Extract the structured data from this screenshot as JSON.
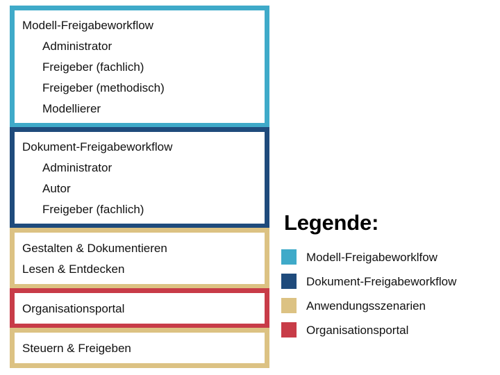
{
  "diagram": {
    "groups": [
      {
        "name": "modell-freigabeworkflow-group",
        "border_color": "#3FAAC9",
        "style": "titled",
        "title": "Modell-Freigabeworkflow",
        "items": [
          "Administrator",
          "Freigeber (fachlich)",
          "Freigeber (methodisch)",
          "Modellierer"
        ]
      },
      {
        "name": "dokument-freigabeworkflow-group",
        "border_color": "#1F4B7C",
        "style": "titled",
        "title": "Dokument-Freigabeworkflow",
        "items": [
          "Administrator",
          "Autor",
          "Freigeber (fachlich)"
        ]
      },
      {
        "name": "anwendungsszenarien-group-1",
        "border_color": "#DCC283",
        "style": "plain",
        "lines": [
          "Gestalten & Dokumentieren",
          "Lesen & Entdecken"
        ]
      },
      {
        "name": "organisationsportal-group",
        "border_color": "#C83C48",
        "style": "plain",
        "lines": [
          "Organisationsportal"
        ]
      },
      {
        "name": "anwendungsszenarien-group-2",
        "border_color": "#DCC283",
        "style": "plain",
        "lines": [
          "Steuern & Freigeben"
        ]
      }
    ]
  },
  "legend": {
    "title": "Legende:",
    "entries": [
      {
        "color": "#3FAAC9",
        "label": "Modell-Freigabeworklfow"
      },
      {
        "color": "#1F4B7C",
        "label": "Dokument-Freigabeworkflow"
      },
      {
        "color": "#DCC283",
        "label": "Anwendungsszenarien"
      },
      {
        "color": "#C83C48",
        "label": "Organisationsportal"
      }
    ]
  }
}
